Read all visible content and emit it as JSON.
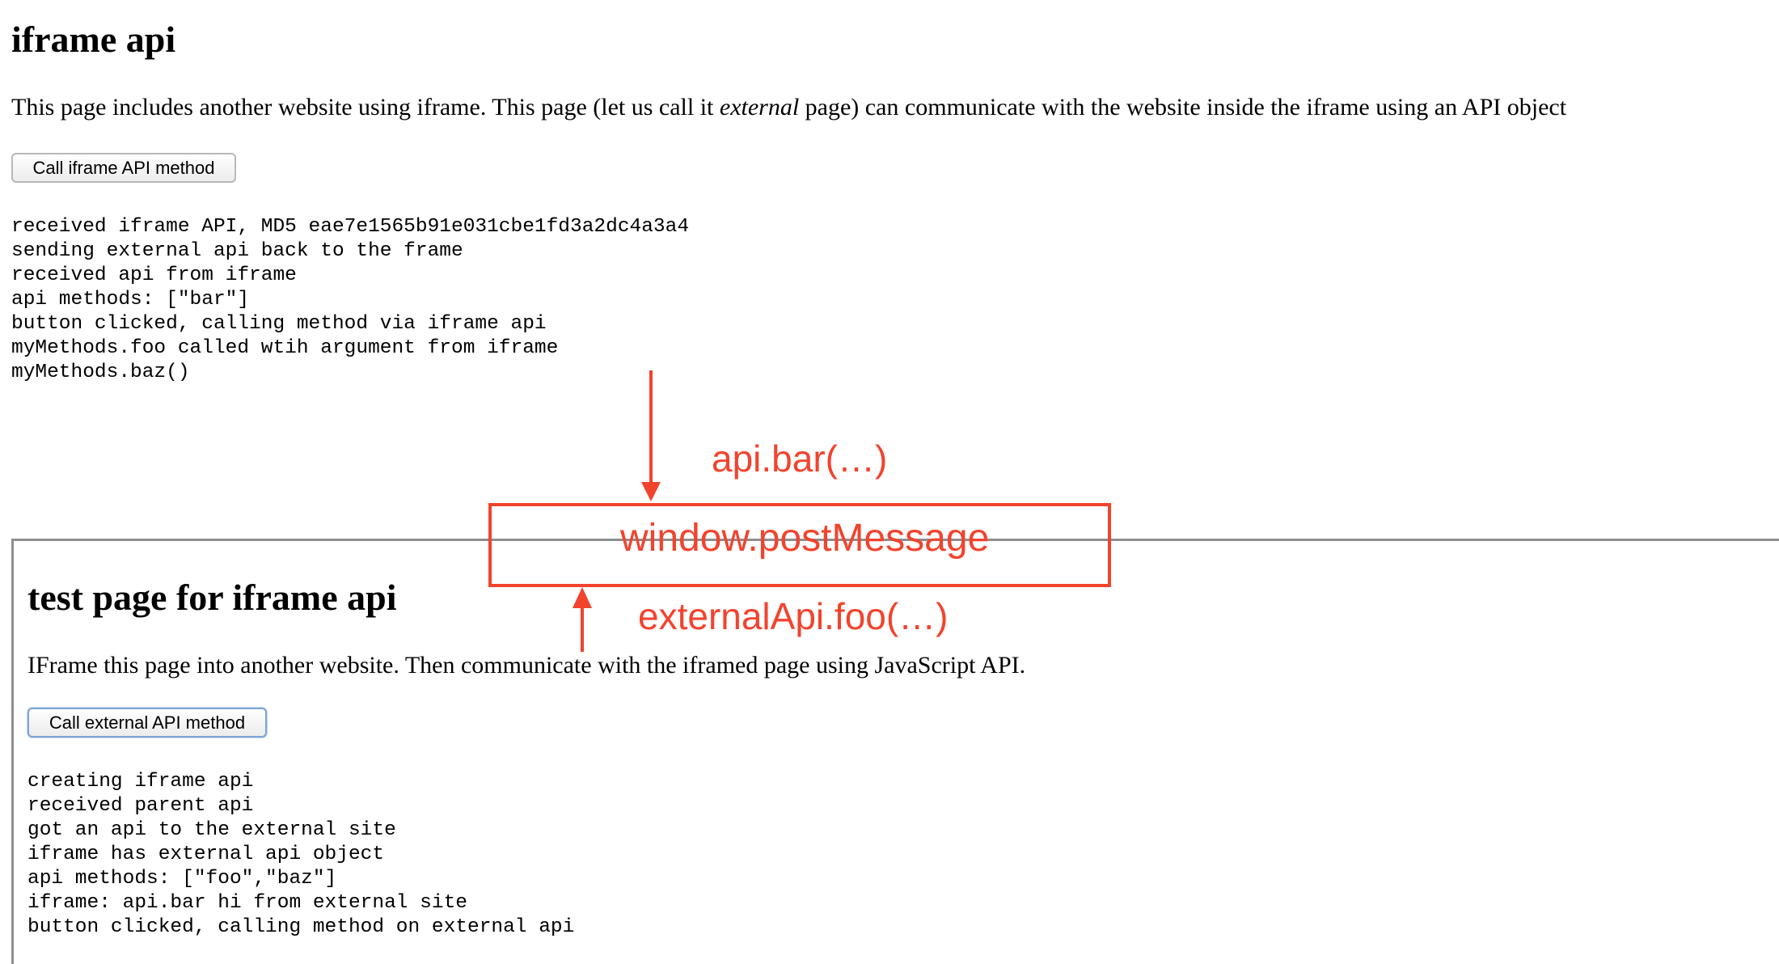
{
  "outer_page": {
    "title": "iframe api",
    "description_before": "This page includes another website using iframe. This page (let us call it ",
    "description_emphasis": "external",
    "description_after": " page) can communicate with the website inside the iframe using an API object",
    "button_label": "Call iframe API method",
    "log": [
      "received iframe API, MD5 eae7e1565b91e031cbe1fd3a2dc4a3a4",
      "sending external api back to the frame",
      "received api from iframe",
      "api methods: [\"bar\"]",
      "button clicked, calling method via iframe api",
      "myMethods.foo called wtih argument from iframe",
      "myMethods.baz()"
    ]
  },
  "iframe_page": {
    "title": "test page for iframe api",
    "description": "IFrame this page into another website. Then communicate with the iframed page using JavaScript API.",
    "button_label": "Call external API method",
    "log": [
      "creating iframe api",
      "received parent api",
      "got an api to the external site",
      "iframe has external api object",
      "api methods: [\"foo\",\"baz\"]",
      "iframe: api.bar hi from external site",
      "button clicked, calling method on external api"
    ]
  },
  "annotations": {
    "down_arrow_label": "api.bar(…)",
    "box_label": "window.postMessage",
    "up_arrow_label": "externalApi.foo(…)",
    "color": "#f2432d"
  }
}
